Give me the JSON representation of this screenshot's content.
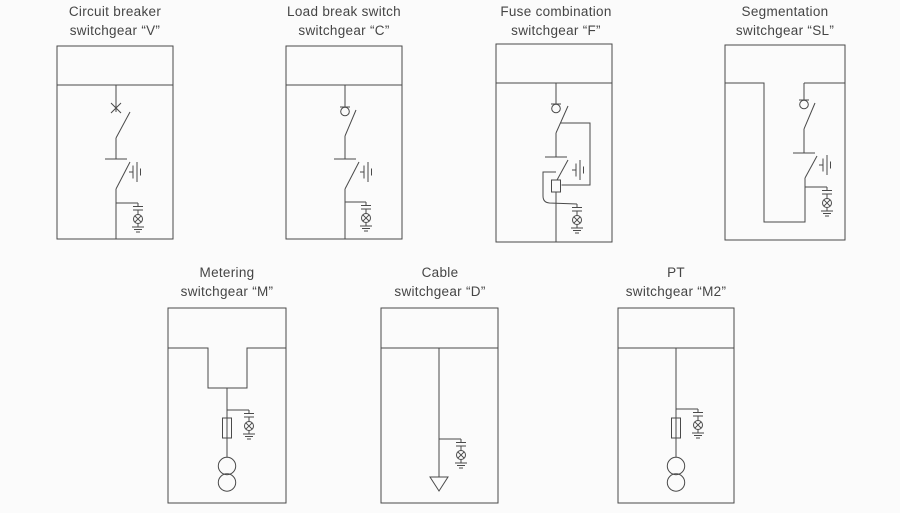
{
  "canvas": {
    "background": "#fbfbfb",
    "line_color": "#4a4a4a",
    "text_color": "#454545"
  },
  "diagrams": [
    {
      "title_line1": "Circuit breaker",
      "title_line2": "switchgear “V”"
    },
    {
      "title_line1": "Load break switch",
      "title_line2": "switchgear “C”"
    },
    {
      "title_line1": "Fuse combination",
      "title_line2": "switchgear “F”"
    },
    {
      "title_line1": "Segmentation",
      "title_line2": "switchgear “SL”"
    },
    {
      "title_line1": "Metering",
      "title_line2": "switchgear “M”"
    },
    {
      "title_line1": "Cable",
      "title_line2": "switchgear “D”"
    },
    {
      "title_line1": "PT",
      "title_line2": "switchgear “M2”"
    }
  ]
}
